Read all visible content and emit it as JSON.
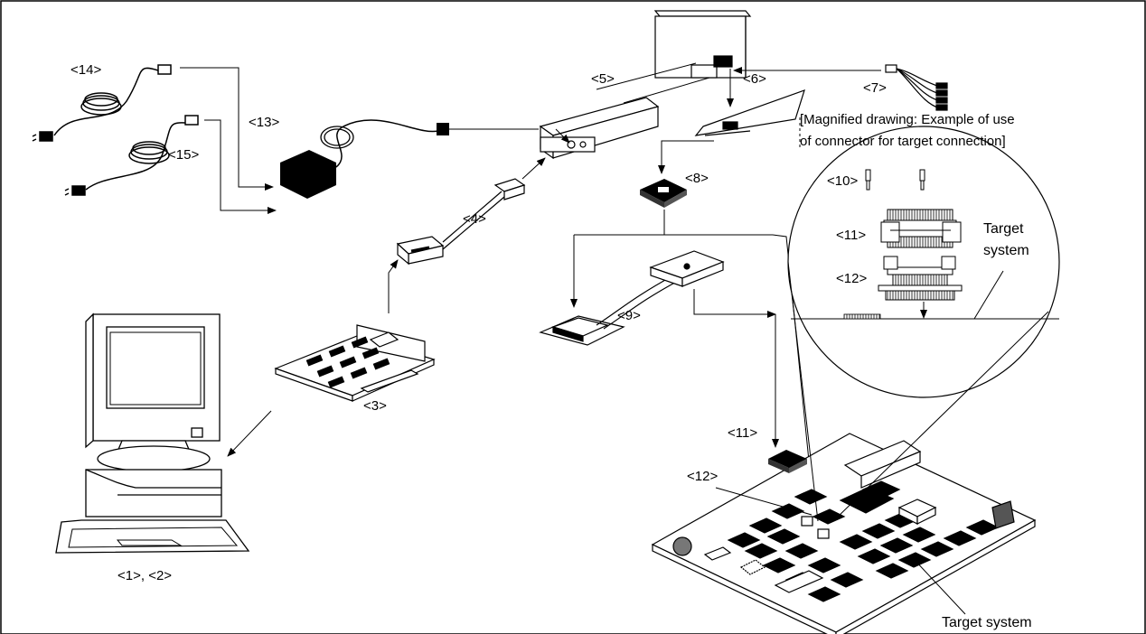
{
  "labels": {
    "l1": "<1>, <2>",
    "l3": "<3>",
    "l4": "<4>",
    "l5": "<5>",
    "l6": "<6>",
    "l7": "<7>",
    "l8": "<8>",
    "l9": "<9>",
    "l10": "<10>",
    "l11a": "<11>",
    "l12a": "<12>",
    "l11b": "<11>",
    "l12b": "<12>",
    "l13": "<13>",
    "l14": "<14>",
    "l15": "<15>"
  },
  "magnified_caption": {
    "line1": "[Magnified drawing: Example of use",
    "line2": "of connector for target connection]"
  },
  "target_inset": {
    "line1": "Target",
    "line2": "system"
  },
  "target_main": "Target system"
}
